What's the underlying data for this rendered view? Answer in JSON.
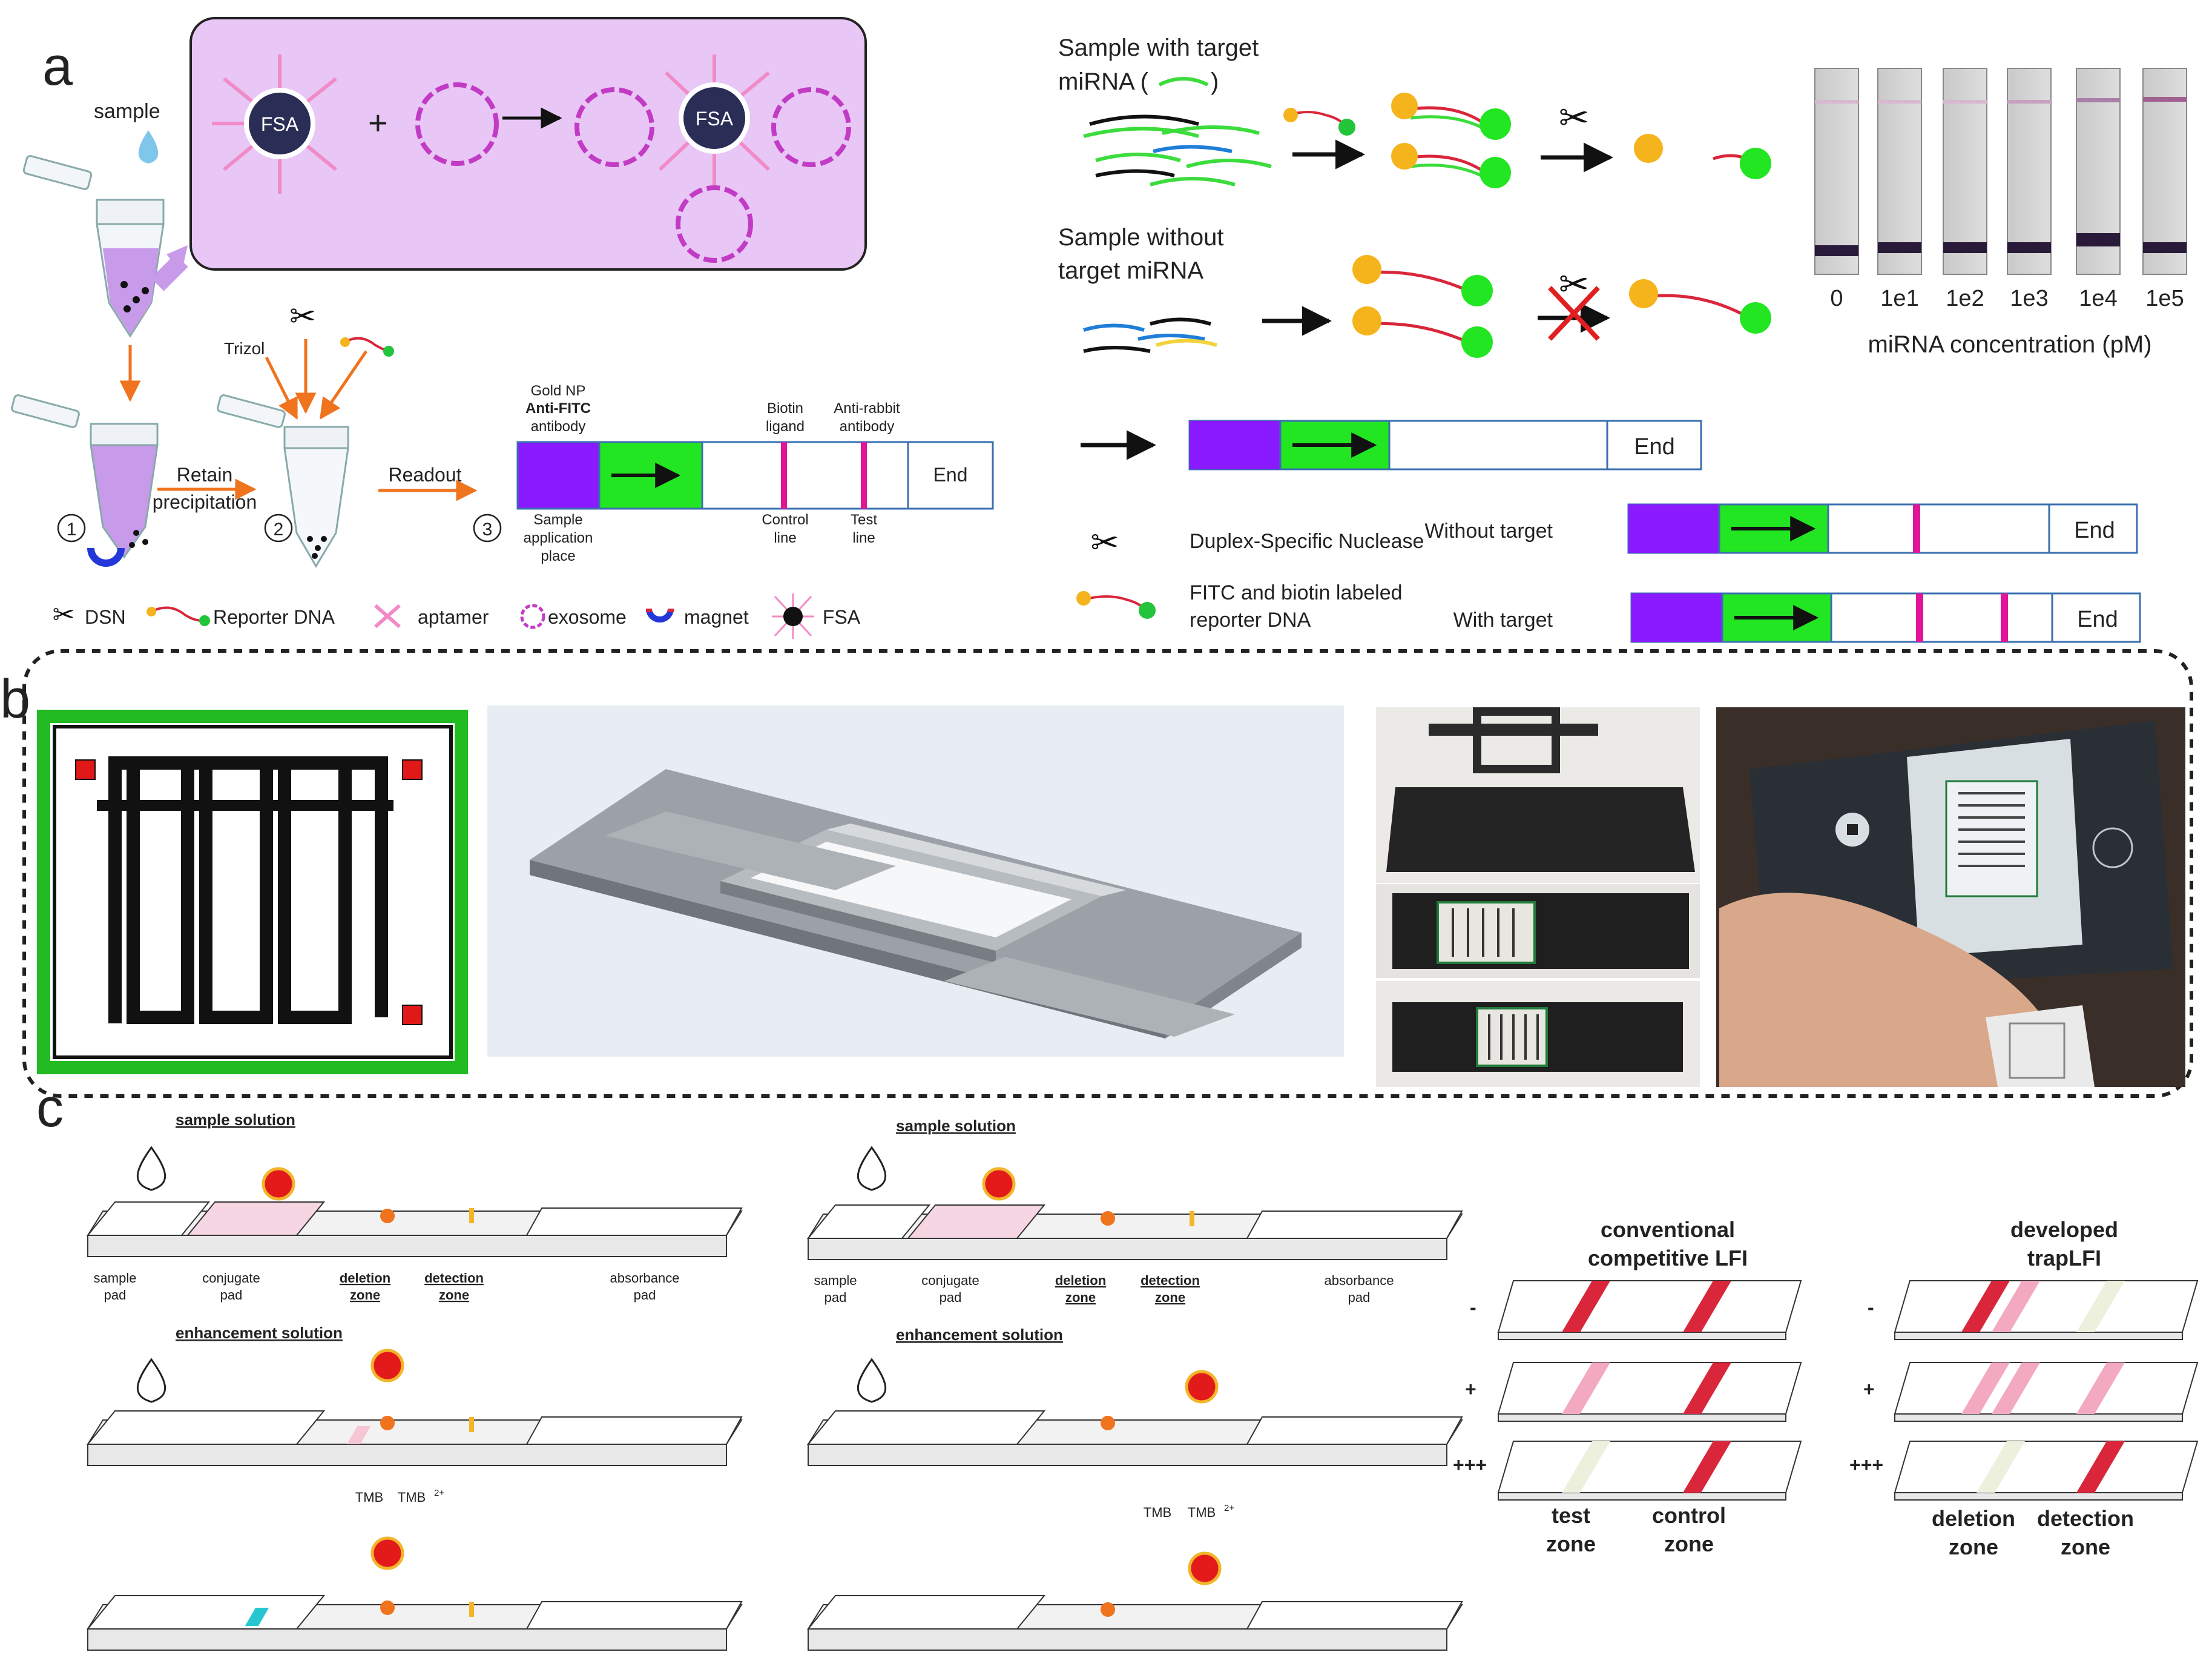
{
  "panels": {
    "a": "a",
    "b": "b",
    "c": "c"
  },
  "panel_a": {
    "sample": "sample",
    "fsa": "FSA",
    "plus": "+",
    "trizol": "Trizol",
    "retain": "Retain",
    "precipitation": "precipitation",
    "readout": "Readout",
    "steps": [
      "1",
      "2",
      "3"
    ],
    "strip": {
      "top_labels": [
        "Gold NP",
        "Anti-FITC",
        "antibody",
        "Biotin",
        "ligand",
        "Anti-rabbit",
        "antibody"
      ],
      "bottom_labels": [
        "Sample",
        "application",
        "place",
        "Control",
        "line",
        "Test",
        "line"
      ],
      "end": "End"
    },
    "legend": [
      "DSN",
      "Reporter DNA",
      "aptamer",
      "exosome",
      "magnet",
      "FSA"
    ],
    "with_target_1": "Sample with target",
    "with_target_2": "miRNA (",
    "with_target_3": ")",
    "without_target_1": "Sample without",
    "without_target_2": "target miRNA",
    "strip_concentrations": [
      "0",
      "1e1",
      "1e2",
      "1e3",
      "1e4",
      "1e5"
    ],
    "strip_xlabel": "miRNA concentration (pM)",
    "end": "End",
    "dsn_label": "Duplex-Specific Nuclease",
    "reporter_1": "FITC and biotin labeled",
    "reporter_2": "reporter DNA",
    "without_target": "Without target",
    "with_target": "With target"
  },
  "panel_c": {
    "sample_solution": "sample solution",
    "enhancement_solution": "enhancement solution",
    "strip_labels": [
      "sample",
      "pad",
      "conjugate",
      "pad",
      "deletion",
      "zone",
      "detection",
      "zone",
      "absorbance",
      "pad"
    ],
    "tmb": "TMB",
    "tmb2": "TMB",
    "tmb2_sup": "2+",
    "conventional_1": "conventional",
    "conventional_2": "competitive LFI",
    "developed_1": "developed",
    "developed_2": "trapLFI",
    "signs": [
      "-",
      "+",
      "+++"
    ],
    "test_zone": [
      "test",
      "zone"
    ],
    "control_zone": [
      "control",
      "zone"
    ],
    "deletion_zone": [
      "deletion",
      "zone"
    ],
    "detection_zone": [
      "detection",
      "zone"
    ]
  },
  "colors": {
    "purple": "#8a1aff",
    "green": "#22e622",
    "magenta": "#e0169a",
    "lilac": "#e8c6f5",
    "red_line": "#d9263b",
    "pink_line": "#f3a9c0",
    "cyan": "#26c6d0",
    "orange": "#f0731e"
  }
}
